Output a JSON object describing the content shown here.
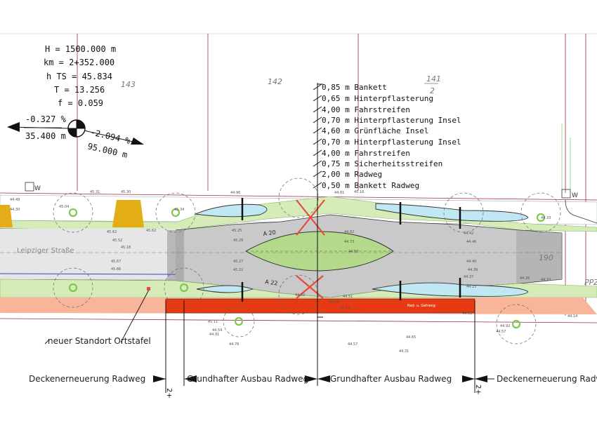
{
  "alignment": {
    "H": "H = 1500.000 m",
    "km": "km = 2+352.000",
    "hTS": "h TS = 45.834",
    "T": "T = 13.256",
    "f": "f = 0.059"
  },
  "gradient": {
    "left_slope": "-0.327 %",
    "left_length": "35.400 m",
    "right_slope": "-2.094 %",
    "right_length": "95.000 m"
  },
  "parcels": [
    "143",
    "142",
    "141",
    "2",
    "190",
    "PPZ"
  ],
  "cross_section": [
    "0,85 m Bankett",
    "0,65 m Hinterpflasterung",
    "4,00 m Fahrstreifen",
    "0,70 m Hinterpflasterung Insel",
    "4,60 m Grünfläche Insel",
    "0,70 m Hinterpflasterung Insel",
    "4,00 m Fahrstreifen",
    "0,75 m Sicherheitsstreifen",
    "2,00 m Radweg",
    "0,50 m Bankett Radweg"
  ],
  "street_name": "Leipziger Straße",
  "sign_note": "neuer Standort Ortstafel",
  "w_marks": [
    "W",
    "W"
  ],
  "radius_labels": [
    "A 20",
    "A 22"
  ],
  "small_note": "Rad- u. Gehweg",
  "sections": [
    "Deckenerneuerung Radweg",
    "Grundhafter Ausbau Radweg",
    "Grundhafter Ausbau Radweg",
    "Deckenerneuerung Radweg"
  ],
  "station_marks": [
    "2+",
    "2+"
  ],
  "spot_heights": [
    "45.31",
    "45.30",
    "44.96",
    "44.81",
    "45.16",
    "44.49",
    "44.30",
    "45.04",
    "45.62",
    "45.52",
    "45.67",
    "45.66",
    "45.62",
    "45.25",
    "45.29",
    "45.27",
    "45.22",
    "44.82",
    "44.73",
    "44.50",
    "44.42",
    "44.46",
    "44.40",
    "44.39",
    "44.37",
    "44.35",
    "44.51",
    "45.12",
    "45.11",
    "44.91",
    "44.78",
    "44.54",
    "44.57",
    "44.31",
    "44.65",
    "44.92",
    "44.57",
    "44.61",
    "44.10",
    "44.14",
    "45.18",
    "45.34",
    "44.52",
    "44.51",
    "44.15",
    "44.33"
  ],
  "colors": {
    "road": "#c9c9c9",
    "island": "#b5d98a",
    "verge": "#d6ecb8",
    "bike_red": "#e83a12",
    "bike_salmon": "#f8b59a",
    "pool": "#bfe8f2",
    "yellow": "#e3ad18",
    "parcel_line": "#9b2a4a",
    "cross": "#e84a3a"
  }
}
